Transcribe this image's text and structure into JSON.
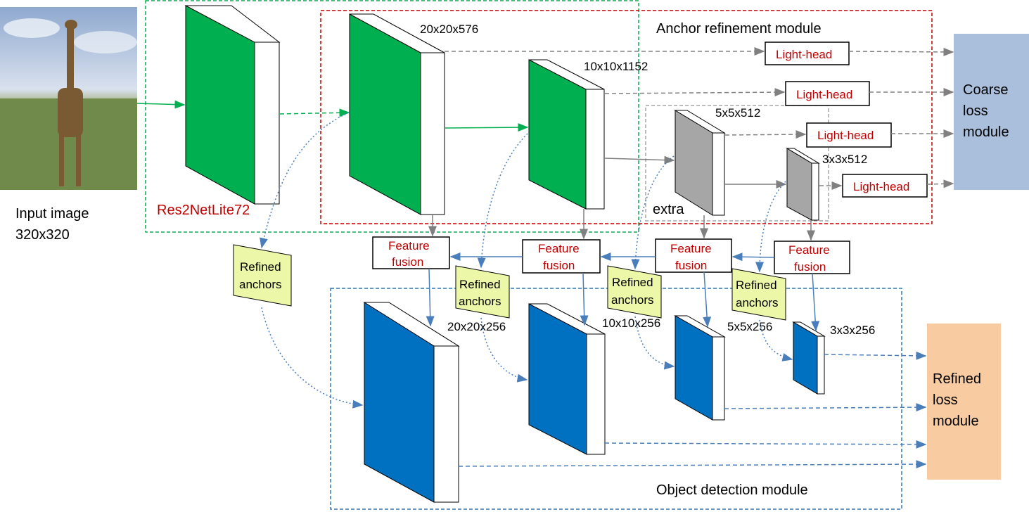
{
  "input": {
    "label": "Input image",
    "size": "320x320"
  },
  "backbone": {
    "label": "Res2NetLite72"
  },
  "modules": {
    "anchor_refinement": "Anchor  refinement module",
    "object_detection": "Object detection module",
    "coarse_loss": [
      "Coarse",
      "loss",
      "module"
    ],
    "refined_loss": [
      "Refined",
      "loss",
      "module"
    ]
  },
  "feature_maps": {
    "fm_20_576": "20x20x576",
    "fm_10_1152": "10x10x1152",
    "fm_5_512": "5x5x512",
    "fm_3_512": "3x3x512",
    "fm_20_256": "20x20x256",
    "fm_10_256": "10x10x256",
    "fm_5_256": "5x5x256",
    "fm_3_256": "3x3x256"
  },
  "extra_label": "extra",
  "light_head": "Light-head",
  "feature_fusion": [
    "Feature",
    "fusion"
  ],
  "refined_anchors": [
    "Refined",
    "anchors"
  ],
  "colors": {
    "green": "#00b050",
    "gray": "#a6a6a6",
    "blue": "#0070c0",
    "yellow": "#ecf8a8",
    "coarse_loss_bg": "#a9bfdc",
    "refined_loss_bg": "#f8cba0",
    "red_text": "#c00000",
    "arrow_gray": "#808080",
    "arrow_blue": "#4a7ebb"
  }
}
